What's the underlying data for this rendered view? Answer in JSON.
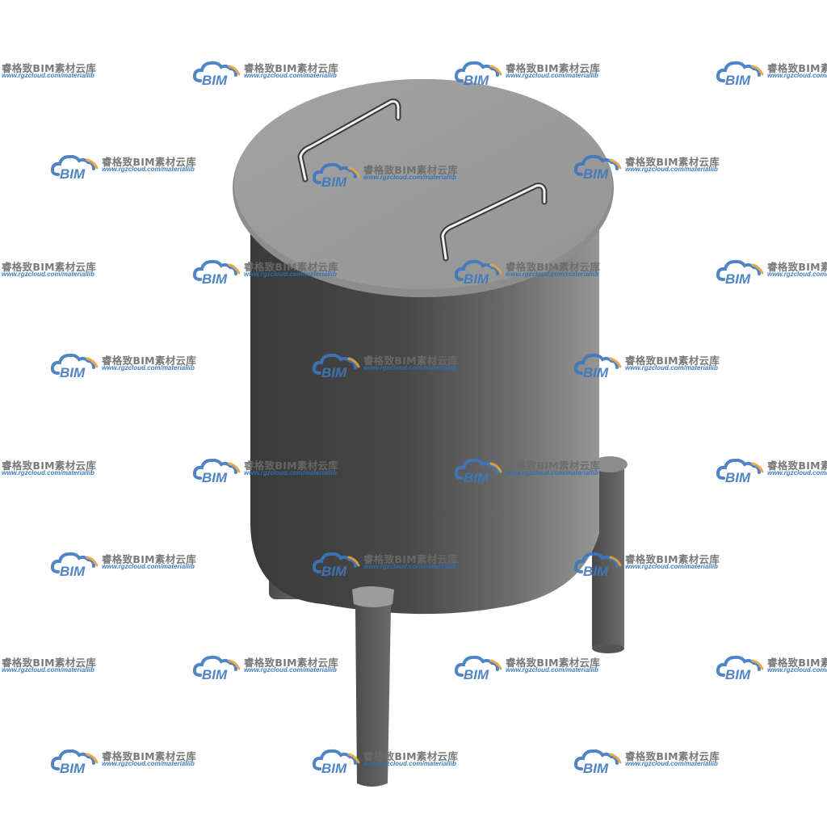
{
  "scene": {
    "subject": "cylindrical tank with lid and three legs",
    "colors": {
      "lid_top": "#9a9a9a",
      "body_dark": "#3d3d3d",
      "body_mid": "#5a5a5a",
      "body_light": "#8a8a8a",
      "leg": "#585858",
      "handle": "#f2f2f2",
      "background": "#ffffff"
    }
  },
  "watermark": {
    "brand": "BIM",
    "cn_text": "睿格致BIM素材云库",
    "url": "www.rgzcloud.com/materiallib",
    "colors": {
      "cloud": "#3c78c0",
      "arc": "#e8a23c",
      "text": "#6b6b6b",
      "url": "#2f6fb3"
    }
  }
}
